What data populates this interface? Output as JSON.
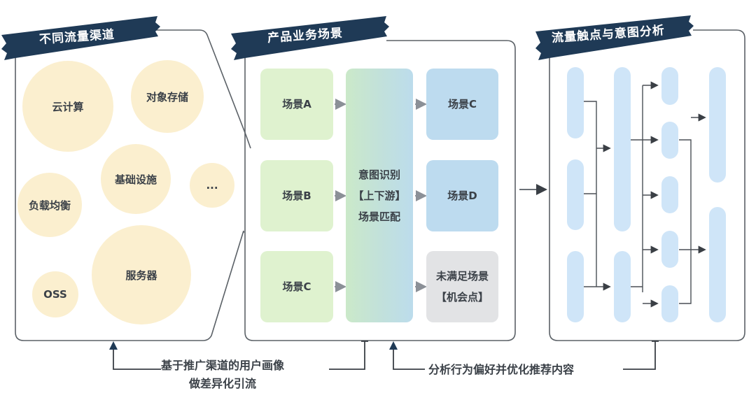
{
  "sections": {
    "channels": {
      "title": "不同流量渠道",
      "bubbles": [
        "云计算",
        "对象存储",
        "基础设施",
        "负载均衡",
        "...",
        "服务器",
        "OSS"
      ]
    },
    "scenarios": {
      "title": "产品业务场景",
      "inputs": [
        "场景A",
        "场景B",
        "场景C"
      ],
      "center_lines": [
        "意图识别",
        "【上下游】",
        "场景匹配"
      ],
      "outputs": [
        "场景C",
        "场景D"
      ],
      "unmet_lines": [
        "未满足场景",
        "【机会点】"
      ]
    },
    "analysis": {
      "title": "流量触点与意图分析"
    }
  },
  "feedback": {
    "left_caption": [
      "基于推广渠道的用户画像",
      "做差异化引流"
    ],
    "right_caption": "分析行为偏好并优化推荐内容"
  },
  "colors": {
    "banner": "#1f3a56",
    "bubble": "#fbefcf",
    "green_box": "#dff2cf",
    "blue_box": "#bddbef",
    "gray_box": "#e2e3e5",
    "pill": "#cfe5f8",
    "line": "#555b61"
  }
}
